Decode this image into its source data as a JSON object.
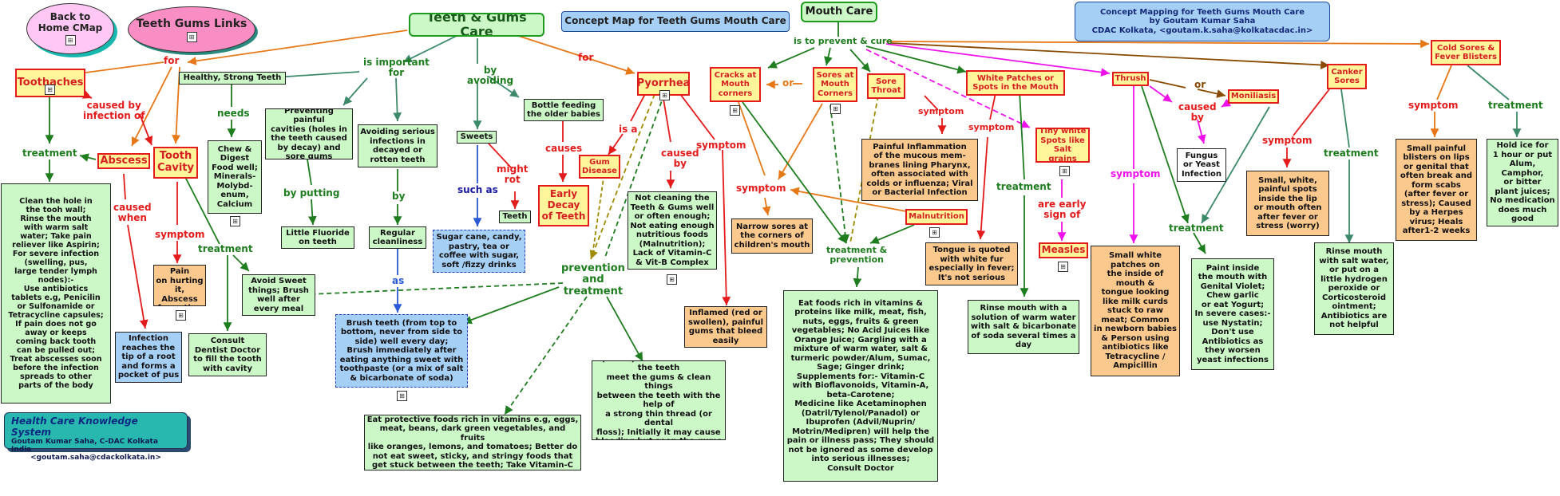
{
  "header": {
    "back_home": "Back to\nHome CMap",
    "links_title": "Teeth Gums Links",
    "main_title": "Teeth & Gums Care",
    "concept_map": "Concept Map for Teeth Gums Mouth Care",
    "mouth_care": "Mouth Care",
    "credit": "Concept Mapping for Teeth Gums Mouth Care\nby Goutam Kumar Saha\nCDAC Kolkata, <goutam.k.saha@kolkatacdac.in>"
  },
  "footer": {
    "title": "Health Care Knowledge System",
    "line1": "Goutam Kumar Saha, C-DAC Kolkata India",
    "line2": "<goutam.saha@cdackolkata.in>"
  },
  "nodes": {
    "toothaches": "Toothaches",
    "healthy_teeth": "Healthy, Strong Teeth",
    "chew": "Chew &\nDigest\nFood well;\nMinerals-\nMolybd-\nenum,\nCalcium",
    "prevent_cavities": "Preventing painful\ncavities (holes in\nthe teeth caused\nby decay) and\nsore gums",
    "avoid_infections": "Avoiding serious\ninfections in\ndecayed or\nrotten teeth",
    "little_fluoride": "Little Fluoride\non teeth",
    "regular_cleanliness": "Regular\ncleanliness",
    "sweets": "Sweets",
    "bottle_feeding": "Bottle feeding\nthe older babies",
    "teeth": "Teeth",
    "early_decay": "Early\nDecay\nof Teeth",
    "gum_disease": "Gum\nDisease",
    "pyorrhea": "Pyorrhea",
    "not_cleaning": "Not cleaning the\nTeeth & Gums well\nor often enough;\nNot eating enough\nnutritious foods\n(Malnutrition);\nLack of Vitamin-C\n& Vit-B Complex",
    "inflamed": "Inflamed (red or\nswollen), painful\ngums that bleed\neasily",
    "abscess": "Abscess",
    "tooth_cavity": "Tooth\nCavity",
    "clean_hole": "Clean the hole in\nthe tooh wall;\nRinse the mouth\nwith warm salt\nwater; Take pain\nreliever like Aspirin;\nFor severe infection\n(swelling, pus,\nlarge tender lymph\nnodes):-\nUse antibiotics\ntablets e.g, Penicilin\nor Sulfonamide or\nTetracycline capsules;\nIf pain does not go\naway or keeps\ncoming back tooth\ncan be pulled out;\nTreat abscesses soon\nbefore the infection\nspreads to other\nparts of the body",
    "infection_root": "Infection\nreaches the\ntip of a root\nand forms a\npocket of pus",
    "acute_pain": "Acute Pain\non hurting\nit, Abscess\nformation",
    "consult_dentist": "Consult\nDentist Doctor\nto fill the tooth\nwith cavity",
    "avoid_sweet": "Avoid Sweet\nthings; Brush\nwell after\nevery meal",
    "sugar_cane": "Sugar cane, candy,\npastry, tea or\ncoffee with sugar,\nsoft /fizzy drinks",
    "brush_teeth": "Brush teeth (from top to\nbottom, never from side to\nside) well every day;\nBrush immediately after\neating anything sweet with\ntoothpaste (or a mix of salt\n& bicarbonate of soda)",
    "eat_protective": "Eat protective foods rich in vitamins e.g, eggs,\nmeat, beans, dark green vegetables, and fruits\nlike oranges, lemons, and tomatoes; Better do\nnot eat sweet, sticky, and stringy foods that\nget stuck between the teeth; Take Vitamin-C",
    "scrape": "Scrape off the dark yellow crust\n(tartar) that forms where the teeth\nmeet the gums & clean things\nbetween the teeth with the help of\na strong thin thread (or dental\nfloss); Initially it may cause\nbleeding but soon the gums will\nbe healthier and bleed less",
    "cracks": "Cracks at\nMouth\ncorners",
    "sores_corners": "Sores at\nMouth\nCorners",
    "sore_throat": "Sore\nThroat",
    "narrow_sores": "Narrow sores at\nthe corners of\nchildren's mouth",
    "painful_inflammation": "Painful Inflammation\nof the mucous mem-\nbranes lining Pharynx,\noften associated with\ncolds or influenza; Viral\nor Bacterial Infection",
    "malnutrition": "Malnutrition",
    "eat_foods": "Eat foods rich in vitamins &\nproteins like milk, meat, fish,\nnuts, eggs, fruits & green\nvegetables; No Acid Juices like\nOrange Juice; Gargling with a\nmixture of warm water, salt &\nturmeric powder/Alum, Sumac,\nSage; Ginger drink;\nSupplements for:- Vitamin-C\nwith Bioflavonoids, Vitamin-A,\nbeta-Carotene;\nMedicine like Acetaminophen\n(Datril/Tylenol/Panadol) or\nIbuprofen (Advil/Nuprin/\nMotrin/Medipren) will help the\npain or illness pass; They should\nnot be ignored as some develop\ninto serious illnesses;\nConsult Doctor",
    "white_patches": "White Patches or\nSpots in the Mouth",
    "tongue_quoted": "Tongue is quoted\nwith white fur\nespecially in fever;\nIt's not serious",
    "rinse_bicarbonate": "Rinse mouth with a\nsolution of warm water\nwith salt & bicarbonate\nof soda several times a\nday",
    "tiny_spots": "Tiny white\nSpots like\nSalt grains",
    "measles": "Measles",
    "thrush": "Thrush",
    "moniliasis": "Moniliasis",
    "fungus": "Fungus\nor Yeast\nInfection",
    "small_white_patches": "Small white\npatches on\nthe inside of\nmouth &\ntongue looking\nlike milk curds\nstuck to raw\nmeat; Common\nin newborn babies\n& Person using\nantibiotics like\nTetracycline /\nAmpicillin",
    "paint_inside": "Paint inside\nthe mouth with\nGenital Violet;\nChew garlic\nor eat Yogurt;\nIn severe cases:-\nuse Nystatin;\nDon't use\nAntibiotics as\nthey worsen\nyeast infections",
    "canker_sores": "Canker\nSores",
    "small_painful_spots": "Small, white,\npainful spots\ninside the lip\nor mouth often\nafter fever or\nstress (worry)",
    "rinse_hydrogen": "Rinse mouth\nwith salt water,\nor put on a\nlittle hydrogen\nperoxide or\nCorticosteroid\nointment;\nAntibiotics are\nnot helpful",
    "cold_sores": "Cold Sores &\nFever Blisters",
    "small_blisters": "Small painful\nblisters on lips\nor genital that\noften break and\nform scabs\n(after fever or\nstress); Caused\nby a Herpes\nvirus; Heals\nafter1-2 weeks",
    "hold_ice": "Hold ice for\n1 hour or put\nAlum,\nCamphor,\nor bitter\nplant juices;\nNo medication\ndoes much\ngood"
  },
  "labels": {
    "for_left": "for",
    "caused_by_infection": "caused by\ninfection of",
    "treatment_left": "treatment",
    "caused_when": "caused\nwhen",
    "symptom_cavity": "symptom",
    "treatment_cavity": "treatment",
    "is_important_for": "is important\nfor",
    "needs": "needs",
    "by_putting": "by putting",
    "by": "by",
    "as": "as",
    "by_avoiding": "by\navoiding",
    "such_as": "such as",
    "might_rot": "might\nrot",
    "causes": "causes",
    "for_right": "for",
    "is_a": "is a",
    "caused_by_pyorrhea": "caused\nby",
    "symptom_pyorrhea": "symptom",
    "prevention_treatment": "prevention\nand\ntreatment",
    "is_to_prevent_cure": "is to prevent & cure",
    "or_left": "or",
    "symptom_mid": "symptom",
    "symptom_throat": "symptom",
    "treatment_prevention": "treatment &\nprevention",
    "symptom_patches": "symptom",
    "treatment_patches": "treatment",
    "are_early_sign": "are early\nsign of",
    "or_thrush": "or",
    "caused_by_thrush": "caused\nby",
    "symptom_thrush": "symptom",
    "treatment_thrush": "treatment",
    "symptom_canker": "symptom",
    "treatment_canker": "treatment",
    "symptom_cold": "symptom",
    "treatment_cold": "treatment"
  },
  "colors": {
    "orange": "#e67817",
    "green": "#1e7d1e",
    "red": "#e31b1b",
    "blue": "#2a5ad8",
    "magenta": "#ee11ee",
    "brown": "#8a4a00",
    "olive": "#a08a00",
    "teal": "#3c8a6a"
  },
  "icons": [
    "cmap-icon"
  ]
}
